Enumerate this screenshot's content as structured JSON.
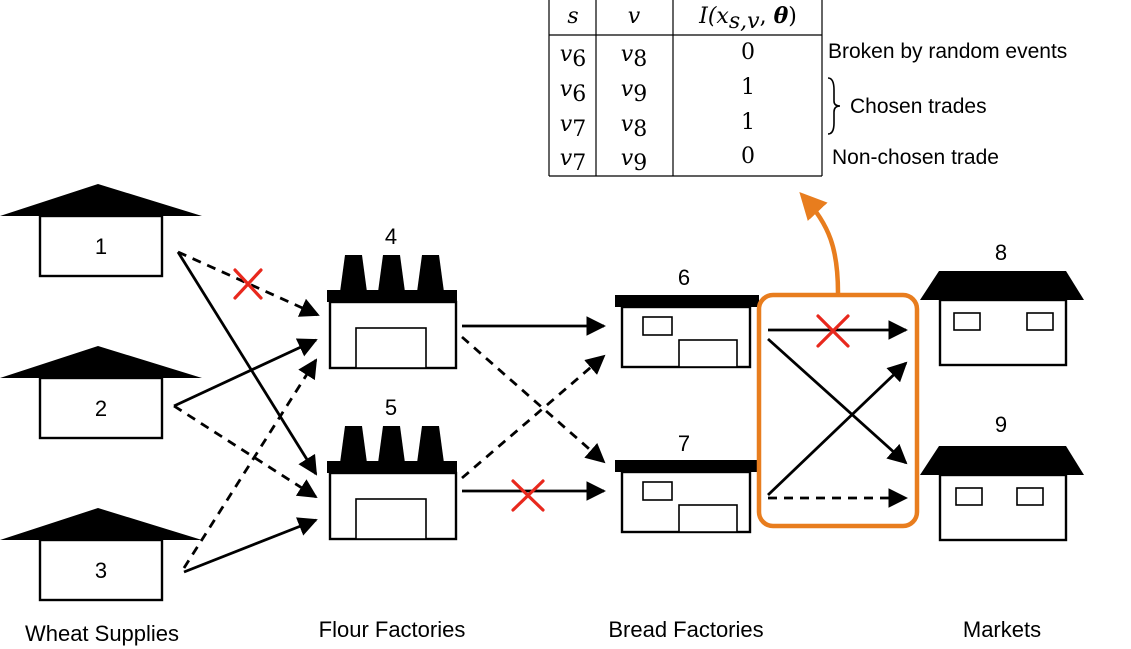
{
  "nodes": {
    "n1": "1",
    "n2": "2",
    "n3": "3",
    "n4": "4",
    "n5": "5",
    "n6": "6",
    "n7": "7",
    "n8": "8",
    "n9": "9"
  },
  "stages": {
    "wheat": "Wheat Supplies",
    "flour": "Flour Factories",
    "bread": "Bread Factories",
    "markets": "Markets"
  },
  "table": {
    "header_s": "s",
    "header_v": "v",
    "header_i_pre": "I(x",
    "header_i_sub": "s,v",
    "header_i_mid": ", ",
    "header_i_theta": "θ",
    "header_i_post": ")",
    "rows": [
      {
        "s": "v",
        "s_sub": "6",
        "v": "v",
        "v_sub": "8",
        "i": "0"
      },
      {
        "s": "v",
        "s_sub": "6",
        "v": "v",
        "v_sub": "9",
        "i": "1"
      },
      {
        "s": "v",
        "s_sub": "7",
        "v": "v",
        "v_sub": "8",
        "i": "1"
      },
      {
        "s": "v",
        "s_sub": "7",
        "v": "v",
        "v_sub": "9",
        "i": "0"
      }
    ]
  },
  "annotations": {
    "broken": "Broken by random events",
    "chosen": "Chosen trades",
    "non_chosen": "Non-chosen trade"
  },
  "colors": {
    "highlight": "#e87d1e",
    "cross": "#e8281d",
    "ink": "#000000"
  }
}
